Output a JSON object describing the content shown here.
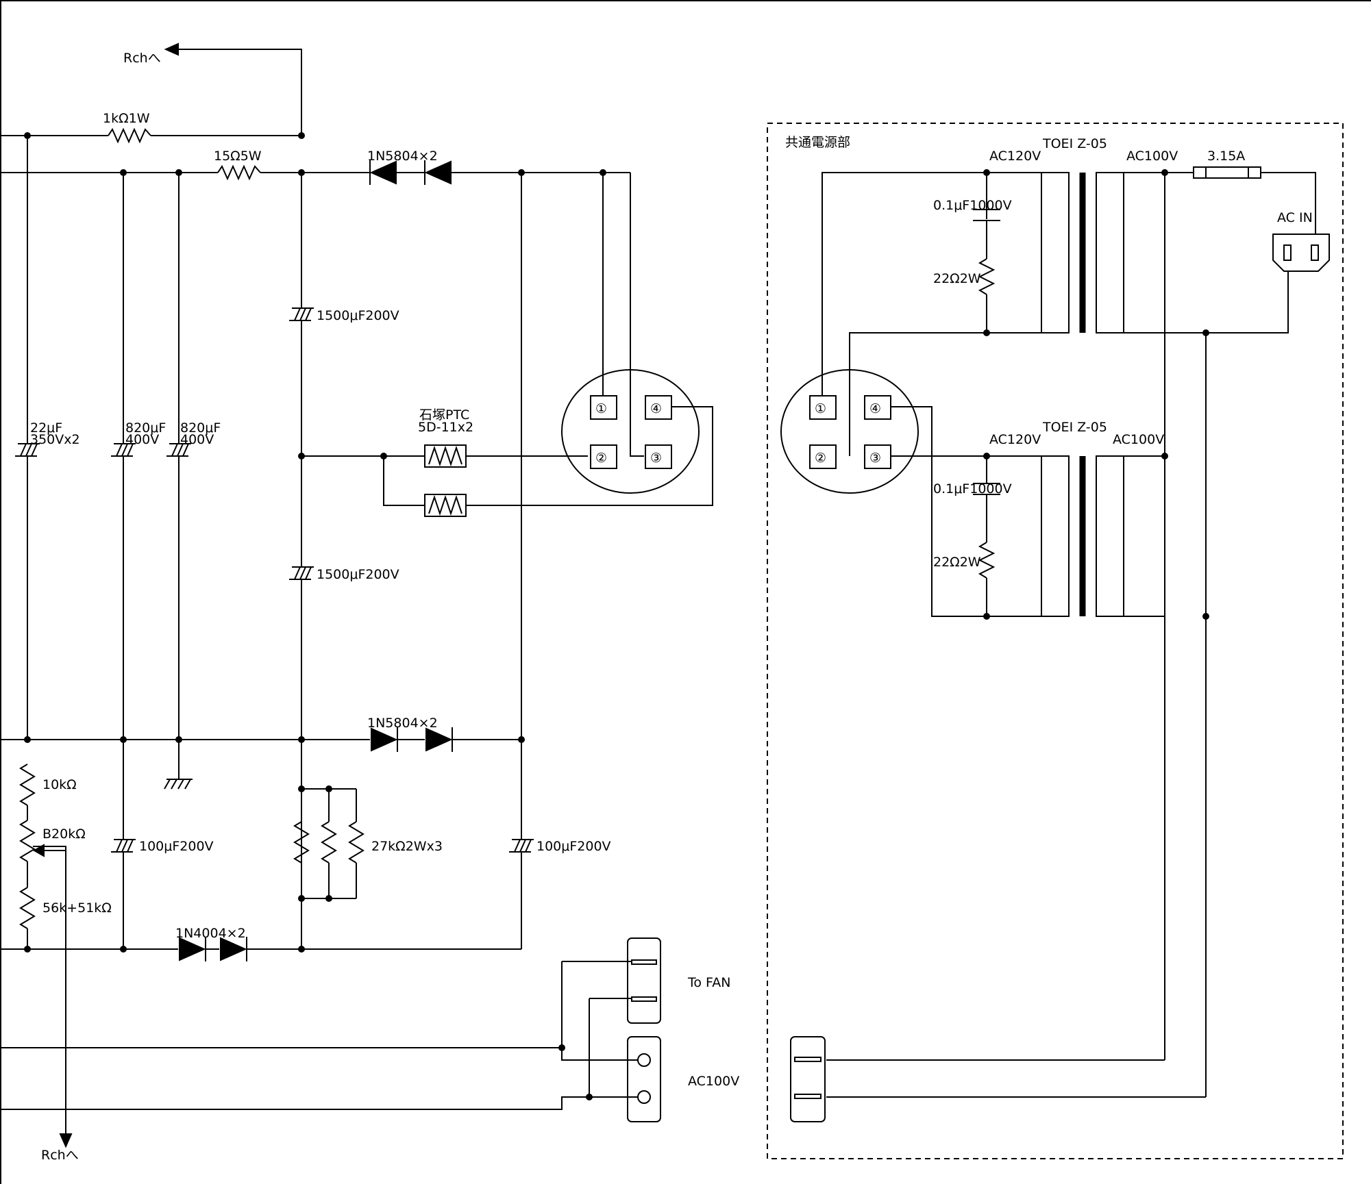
{
  "labels": {
    "rch_top": "Rchへ",
    "rch_bottom": "Rchへ",
    "r_1k": "1kΩ1W",
    "r_15": "15Ω5W",
    "diode_top": "1N5804×2",
    "diode_mid": "1N5804×2",
    "diode_bot": "1N4004×2",
    "cap_1500_a": "1500μF200V",
    "cap_1500_b": "1500μF200V",
    "cap_22_l1": "22μF",
    "cap_22_l2": "350Vx2",
    "cap_820a_l1": "820μF",
    "cap_820a_l2": "400V",
    "cap_820b_l1": "820μF",
    "cap_820b_l2": "400V",
    "ptc_l1": "石塚PTC",
    "ptc_l2": "5D-11x2",
    "r_10k": "10kΩ",
    "vr_b20k": "B20kΩ",
    "r_56k": "56k+51kΩ",
    "cap_100_a": "100μF200V",
    "cap_100_b": "100μF200V",
    "r_27k": "27kΩ2Wx3",
    "to_fan": "To  FAN",
    "ac100v_out": "AC100V",
    "common_section": "共通電源部",
    "trans_top": "TOEI  Z-05",
    "trans_bot": "TOEI  Z-05",
    "ac120v_top": "AC120V",
    "ac100v_top": "AC100V",
    "ac120v_bot": "AC120V",
    "ac100v_bot": "AC100V",
    "fuse": "3.15A",
    "ac_in": "AC IN",
    "cap_01_top": "0.1μF1000V",
    "r_22_top": "22Ω2W",
    "cap_01_bot": "0.1μF1000V",
    "r_22_bot": "22Ω2W",
    "pin1": "①",
    "pin2": "②",
    "pin3": "③",
    "pin4": "④"
  }
}
